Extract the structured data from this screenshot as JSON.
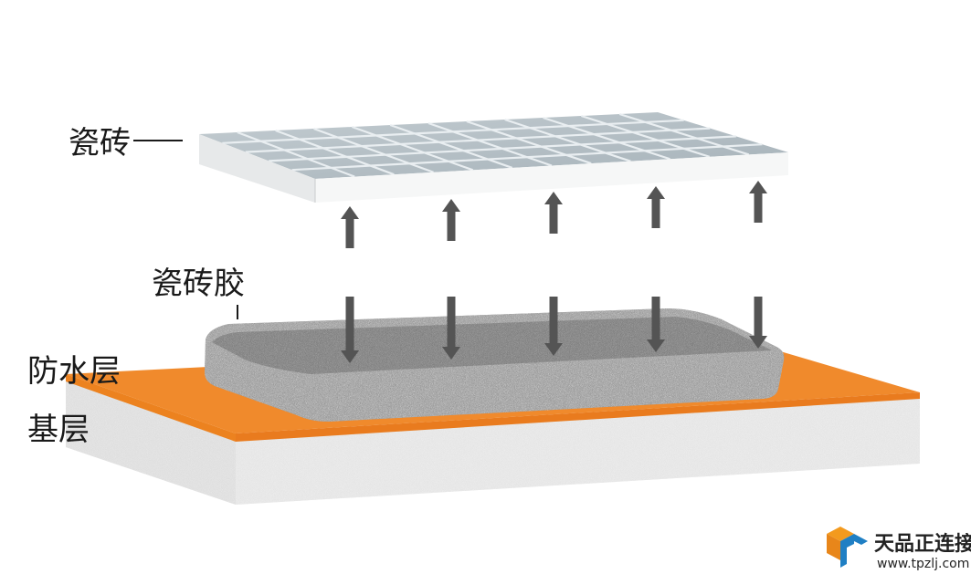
{
  "labels": {
    "tile": "瓷砖",
    "adhesive": "瓷砖胶",
    "waterproof": "防水层",
    "base": "基层"
  },
  "watermark": {
    "name": "天品正连接",
    "url": "www.tpzlj.com"
  },
  "colors": {
    "tile_grid": "#a9b6bd",
    "tile_edge": "#eef0f1",
    "waterproof": "#f08a2c",
    "base": "#e6e6e6",
    "adhesive": "#9a9a9a",
    "arrow": "#545454",
    "logo_orange": "#f39a1e",
    "logo_blue": "#1f7fc4"
  },
  "icons": [
    "arrow-up-icon",
    "arrow-down-icon",
    "brand-logo-icon"
  ]
}
